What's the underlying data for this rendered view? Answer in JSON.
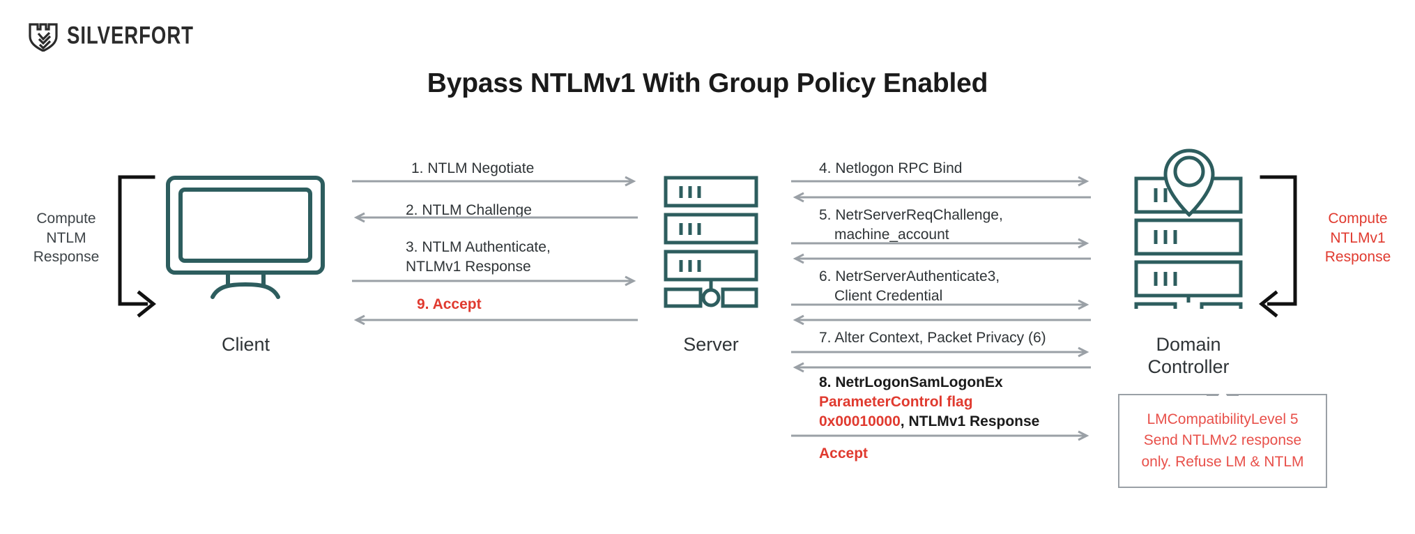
{
  "brand": {
    "name": "SILVERFORT",
    "logo_icon": "silverfort-shield-icon",
    "color": "#2b2b2b"
  },
  "title": "Bypass NTLMv1 With Group Policy Enabled",
  "colors": {
    "teal": "#2d5d5e",
    "red": "#e03a2f",
    "red_light": "#e8504a",
    "text": "#2f3437",
    "arrow": "#9aa0a6",
    "bracket": "#111111"
  },
  "nodes": {
    "client": {
      "label": "Client",
      "icon": "monitor-icon"
    },
    "server": {
      "label": "Server",
      "icon": "server-rack-icon"
    },
    "domain_controller": {
      "label": "Domain\nController",
      "label_line1": "Domain",
      "label_line2": "Controller",
      "icon": "domain-controller-icon"
    }
  },
  "annotations": {
    "left_compute": {
      "line1": "Compute",
      "line2": "NTLM",
      "line3": "Response",
      "color": "#3d4347"
    },
    "right_compute": {
      "line1": "Compute",
      "line2": "NTLMv1",
      "line3": "Response",
      "color": "#e03a2f"
    }
  },
  "callout": {
    "line1": "LMCompatibilityLevel 5",
    "line2": "Send NTLMv2 response",
    "line3": "only. Refuse LM & NTLM",
    "color": "#e8504a"
  },
  "messages_left": [
    {
      "id": 1,
      "text": "1.  NTLM Negotiate",
      "direction": "right",
      "style": "normal"
    },
    {
      "id": 2,
      "text": "2. NTLM Challenge",
      "direction": "left",
      "style": "normal"
    },
    {
      "id": 3,
      "line1": "3. NTLM Authenticate,",
      "line2": "NTLMv1 Response",
      "direction": "right",
      "style": "normal"
    },
    {
      "id": 9,
      "text": "9. Accept",
      "direction": "left",
      "style": "red-bold"
    }
  ],
  "messages_right": [
    {
      "id": 4,
      "text": "4. Netlogon RPC Bind",
      "direction": "both",
      "style": "normal"
    },
    {
      "id": 5,
      "line1": "5. NetrServerReqChallenge,",
      "line2": "machine_account",
      "direction": "both",
      "style": "normal"
    },
    {
      "id": 6,
      "line1": "6. NetrServerAuthenticate3,",
      "line2": "Client Credential",
      "direction": "both",
      "style": "normal"
    },
    {
      "id": 7,
      "text": "7. Alter Context, Packet Privacy (6)",
      "direction": "both",
      "style": "normal"
    },
    {
      "id": 8,
      "line1": "8. NetrLogonSamLogonEx",
      "line2_red": "ParameterControl flag",
      "line3_red": "0x00010000",
      "line3_black": ", NTLMv1 Response",
      "direction": "right",
      "style": "bold-mixed"
    },
    {
      "id": 10,
      "text": "Accept",
      "direction": "none",
      "style": "red-bold"
    }
  ]
}
